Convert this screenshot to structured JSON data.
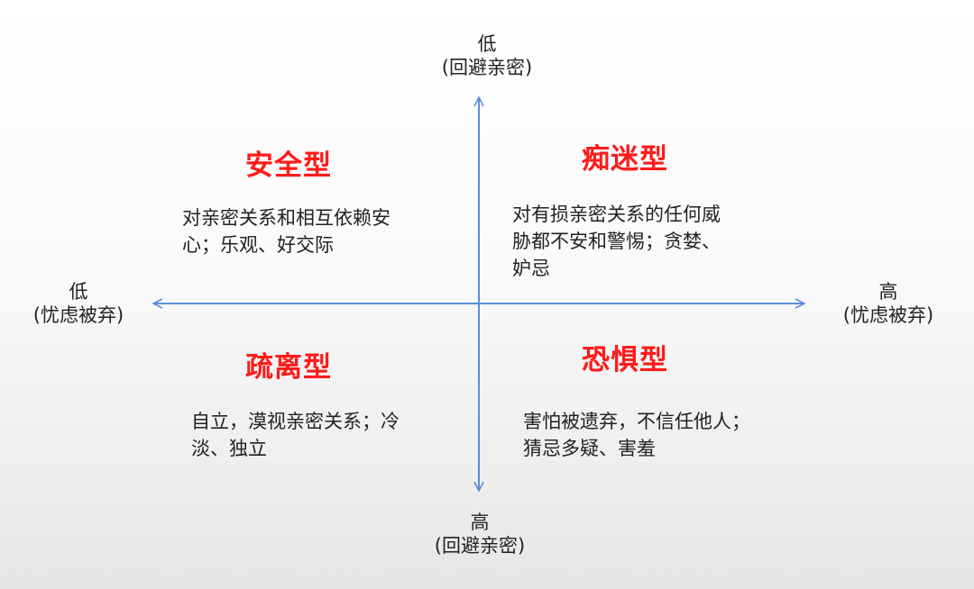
{
  "colors": {
    "axis": "#5b8fd6",
    "title": "#ff1a1a",
    "text": "#222222"
  },
  "axes": {
    "top": {
      "level": "低",
      "dimension": "(回避亲密)"
    },
    "bottom": {
      "level": "高",
      "dimension": "(回避亲密)"
    },
    "left": {
      "level": "低",
      "dimension": "(忧虑被弃)"
    },
    "right": {
      "level": "高",
      "dimension": "(忧虑被弃)"
    }
  },
  "quadrants": {
    "secure": {
      "title": "安全型",
      "lines": [
        "对亲密关系和相互依赖安",
        "心；乐观、好交际"
      ]
    },
    "preoccupied": {
      "title": "痴迷型",
      "lines": [
        "对有损亲密关系的任何威",
        "胁都不安和警惕；贪婪、",
        "妒忌"
      ]
    },
    "dismissing": {
      "title": "疏离型",
      "lines": [
        "自立，漠视亲密关系；冷",
        "淡、独立"
      ]
    },
    "fearful": {
      "title": "恐惧型",
      "lines": [
        "害怕被遗弃，不信任他人；",
        "猜忌多疑、害羞"
      ]
    }
  }
}
